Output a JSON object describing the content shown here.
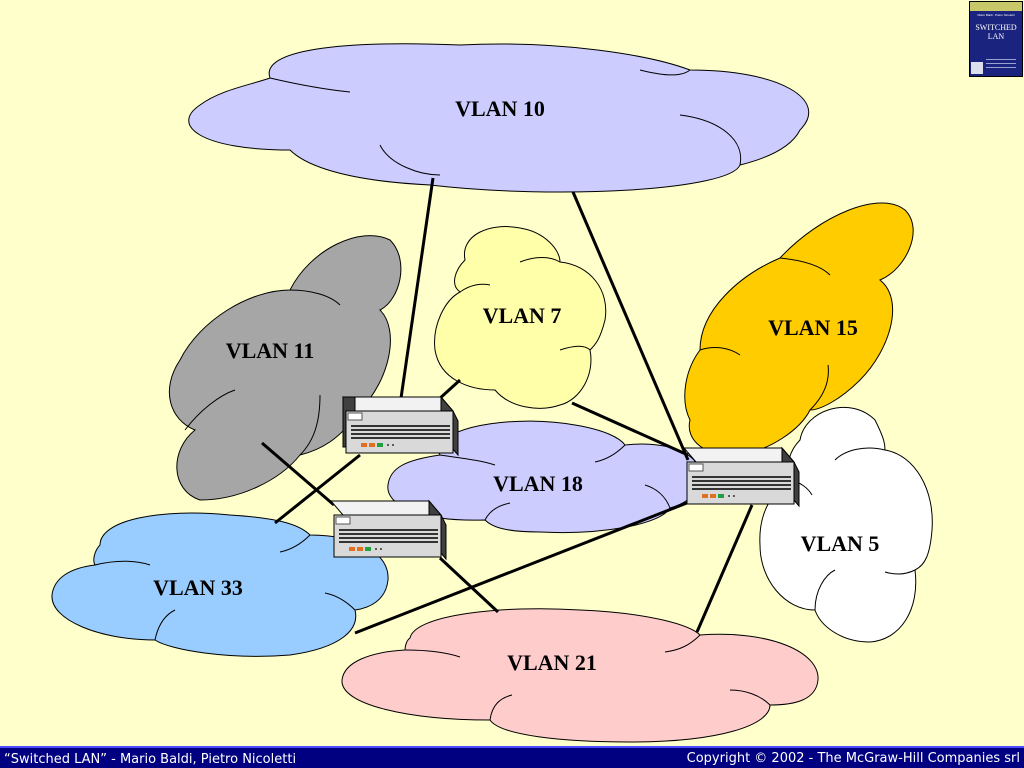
{
  "diagram": {
    "clouds": [
      {
        "id": "vlan10",
        "label": "VLAN 10",
        "color": "#CCCCFF"
      },
      {
        "id": "vlan11",
        "label": "VLAN 11",
        "color": "#A6A6A6"
      },
      {
        "id": "vlan7",
        "label": "VLAN 7",
        "color": "#FFFFAA"
      },
      {
        "id": "vlan15",
        "label": "VLAN 15",
        "color": "#FFCC00"
      },
      {
        "id": "vlan18",
        "label": "VLAN 18",
        "color": "#CCCCFF"
      },
      {
        "id": "vlan5",
        "label": "VLAN 5",
        "color": "#FFFFFF"
      },
      {
        "id": "vlan33",
        "label": "VLAN 33",
        "color": "#99CCFF"
      },
      {
        "id": "vlan21",
        "label": "VLAN 21",
        "color": "#FFCCCC"
      }
    ],
    "switches": [
      {
        "id": "switch-left"
      },
      {
        "id": "switch-bottom"
      },
      {
        "id": "switch-right"
      }
    ],
    "switch_colors": {
      "top": "#F2F2F2",
      "front": "#D9D9D9",
      "side": "#404040"
    }
  },
  "cover": {
    "authors": "Mario Baldi · Pietro Nicoletti",
    "title": "SWITCHED LAN"
  },
  "footer": {
    "left_text": "“Switched LAN” - Mario Baldi, Pietro Nicoletti",
    "right_text": "Copyright © 2002 - The McGraw-Hill Companies srl"
  }
}
